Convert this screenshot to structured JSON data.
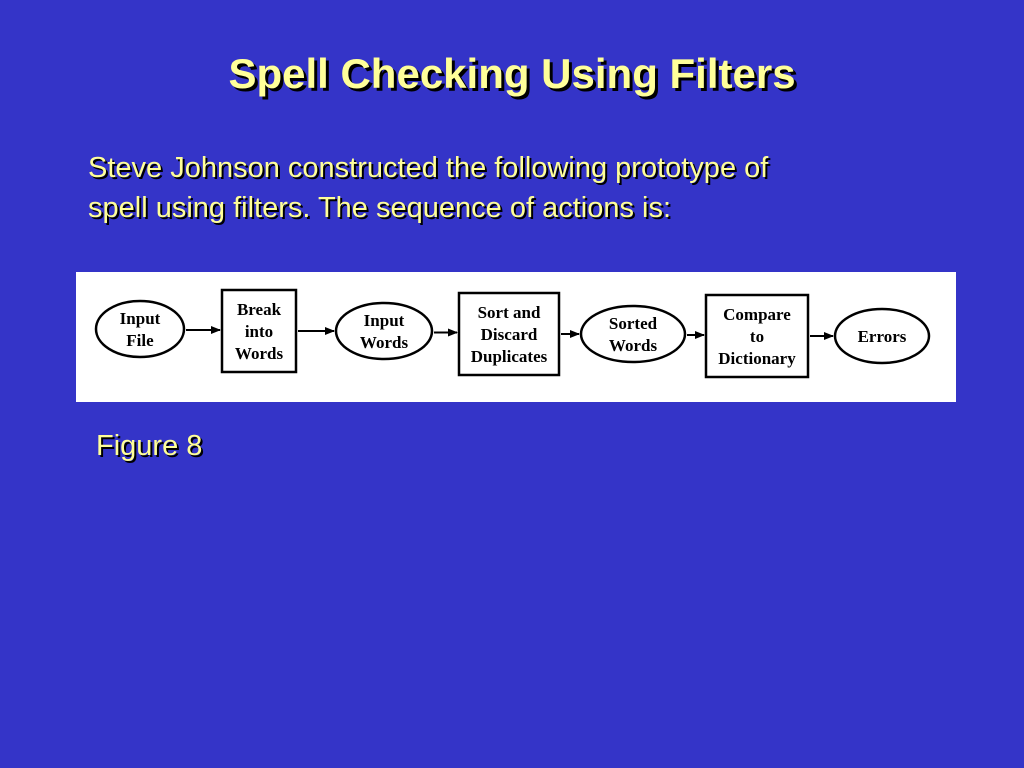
{
  "slide": {
    "title": "Spell Checking Using Filters",
    "body_lines": [
      "Steve Johnson constructed the following prototype of",
      "spell using filters.  The sequence of actions is:"
    ],
    "caption": "Figure 8"
  },
  "diagram": {
    "nodes": [
      {
        "shape": "ellipse",
        "lines": [
          "Input",
          "File"
        ]
      },
      {
        "shape": "box",
        "lines": [
          "Break",
          "into",
          "Words"
        ]
      },
      {
        "shape": "ellipse",
        "lines": [
          "Input",
          "Words"
        ]
      },
      {
        "shape": "box",
        "lines": [
          "Sort and",
          "Discard",
          "Duplicates"
        ]
      },
      {
        "shape": "ellipse",
        "lines": [
          "Sorted",
          "Words"
        ]
      },
      {
        "shape": "box",
        "lines": [
          "Compare",
          "to",
          "Dictionary"
        ]
      },
      {
        "shape": "ellipse",
        "lines": [
          "Errors"
        ]
      }
    ]
  },
  "colors": {
    "background": "#3434c8",
    "text": "#ffff99",
    "shadow": "#000000",
    "figure_background": "#ffffff"
  }
}
